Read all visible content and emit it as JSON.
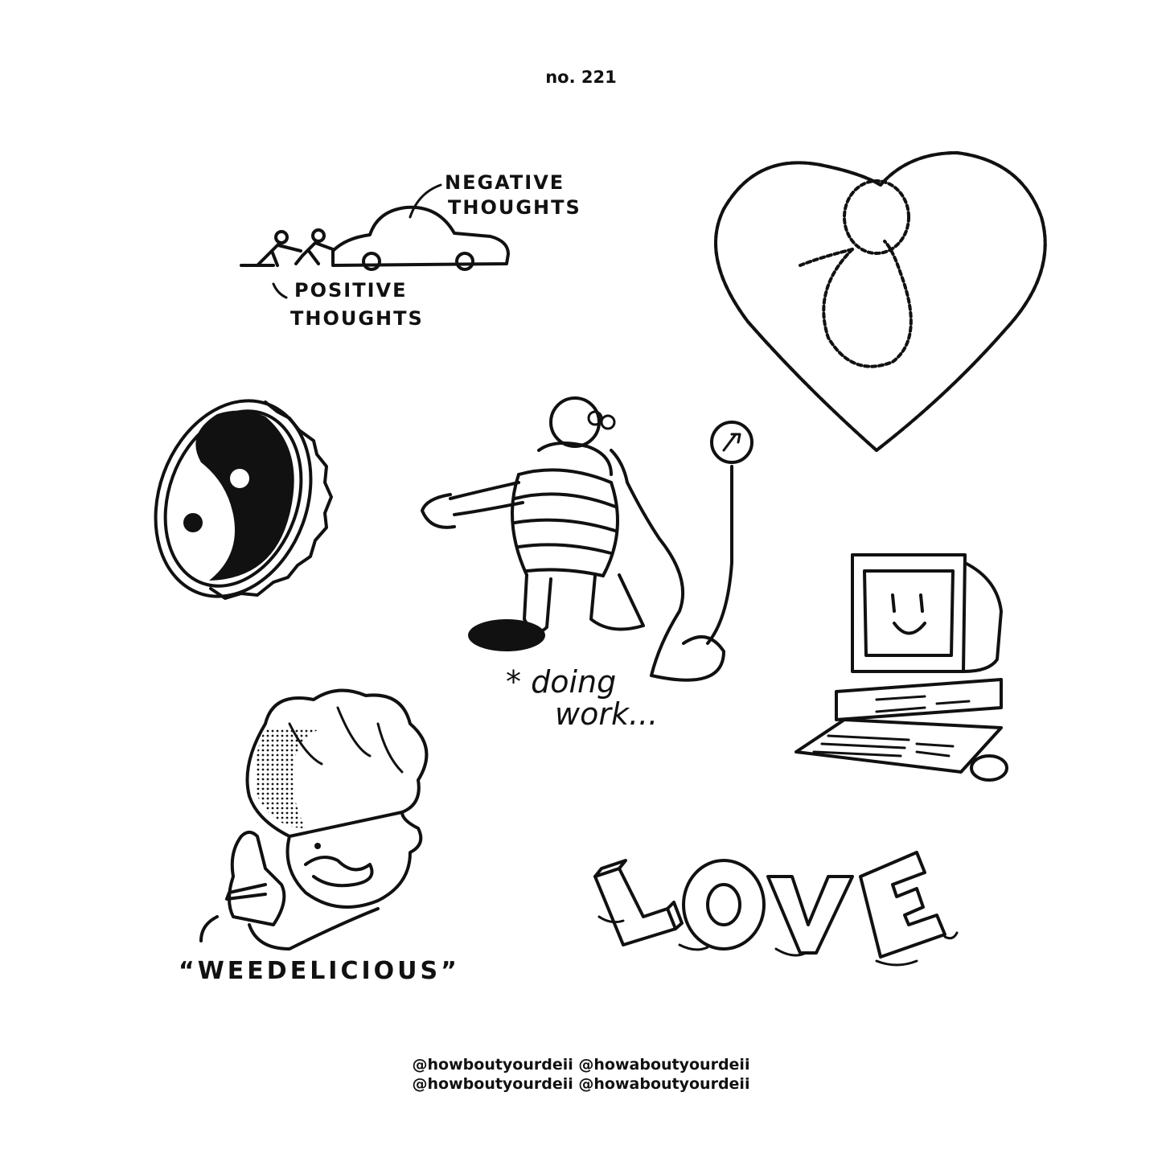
{
  "sheet": {
    "number": "no. 221"
  },
  "flash": {
    "car": {
      "negative_line1": "NEGATIVE",
      "negative_line2": "THOUGHTS",
      "positive_line1": "POSITIVE",
      "positive_line2": "THOUGHTS"
    },
    "mascot": {
      "caption_line1": "* doing",
      "caption_line2": "work..."
    },
    "chef": {
      "caption": "“WEEDELICIOUS”"
    },
    "love": {
      "word": "LOVE"
    },
    "icons": [
      "rope-heart-icon",
      "yin-yang-bottlecap-icon",
      "tire-mascot-icon",
      "smiley-computer-icon",
      "chef-smoking-icon",
      "car-push-icon",
      "love-letters-icon"
    ]
  },
  "credits": {
    "line1": "@howboutyourdeii @howaboutyourdeii",
    "line2": "@howboutyourdeii @howaboutyourdeii"
  }
}
